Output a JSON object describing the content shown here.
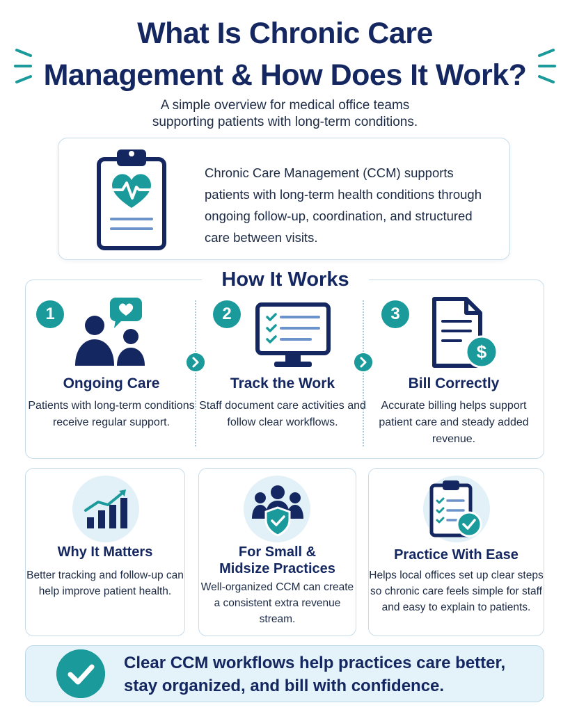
{
  "header": {
    "title_line1": "What Is Chronic Care",
    "title_line2": "Management & How Does It Work?",
    "subtitle_line1": "A simple overview for medical office teams",
    "subtitle_line2": "supporting patients with long-term conditions."
  },
  "intro": {
    "text": "Chronic Care Management (CCM) supports patients with long-term health conditions through ongoing follow-up, coordination, and structured care between visits.",
    "icon": "clipboard-heart-icon"
  },
  "how_it_works": {
    "title": "How It Works",
    "steps": [
      {
        "number": "1",
        "title": "Ongoing Care",
        "description": "Patients with long-term conditions receive regular support.",
        "icon": "patients-chat-icon"
      },
      {
        "number": "2",
        "title": "Track the Work",
        "description": "Staff document care activities and follow clear workflows.",
        "icon": "monitor-checklist-icon"
      },
      {
        "number": "3",
        "title": "Bill Correctly",
        "description": "Accurate billing helps support patient care and steady added revenue.",
        "icon": "invoice-dollar-icon"
      }
    ]
  },
  "cards": [
    {
      "title": "Why It Matters",
      "description": "Better tracking and follow-up can help improve patient health.",
      "icon": "growth-chart-icon"
    },
    {
      "title_line1": "For Small &",
      "title_line2": "Midsize Practices",
      "description": "Well-organized CCM can create a consistent extra revenue stream.",
      "icon": "team-shield-icon"
    },
    {
      "title": "Practice With Ease",
      "description": "Helps local offices set up clear steps so chronic care feels simple for staff and easy to explain to patients.",
      "icon": "clipboard-check-icon"
    }
  ],
  "banner": {
    "line1": "Clear CCM workflows help practices care better,",
    "line2": "stay organized, and bill with confidence.",
    "icon": "check-circle-icon"
  },
  "colors": {
    "navy": "#142760",
    "teal": "#1a9a9a",
    "light_blue": "#e2f0f8",
    "border": "#c7dcea"
  }
}
